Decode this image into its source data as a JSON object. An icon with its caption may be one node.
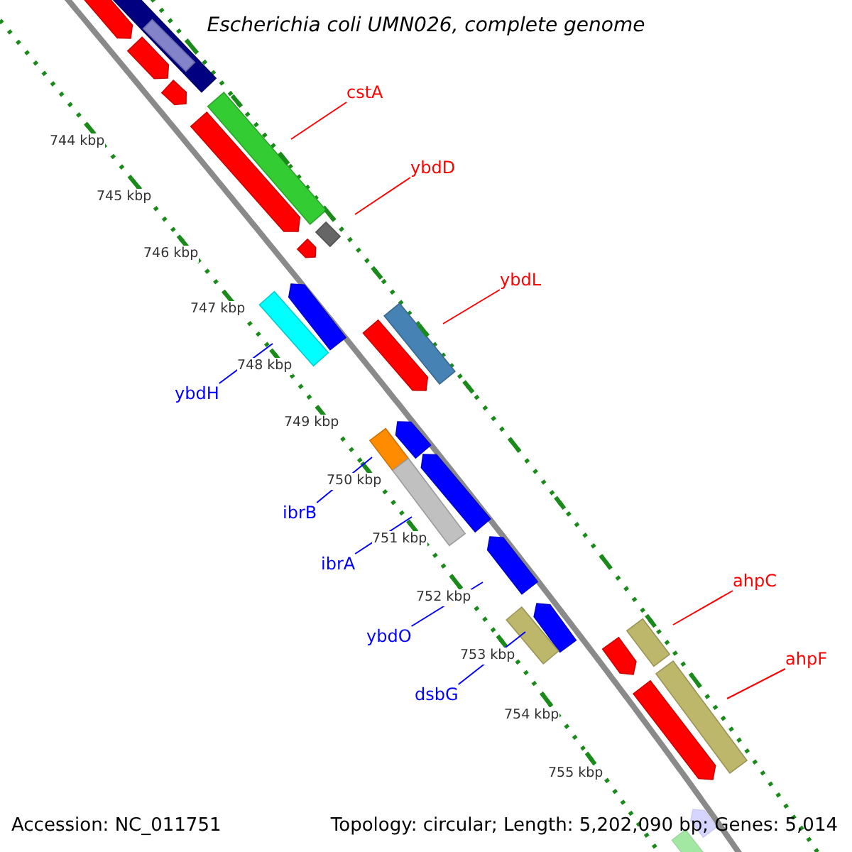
{
  "diagram": {
    "title": "Escherichia coli UMN026, complete genome",
    "nodes": [
      {
        "text": [
          "cstA"
        ]
      },
      {
        "text": [
          "ybdD"
        ]
      },
      {
        "text": [
          "ybdL"
        ]
      },
      {
        "text": [
          "ybdH"
        ]
      },
      {
        "text": [
          "ibrB"
        ]
      },
      {
        "text": [
          "ibrA"
        ]
      },
      {
        "text": [
          "ahpC"
        ]
      },
      {
        "text": [
          "ybdO"
        ]
      },
      {
        "text": [
          "ahpF"
        ]
      },
      {
        "text": [
          "dsbG"
        ]
      }
    ],
    "edges": [
      {
        "from": 0,
        "to": null,
        "arrow": "none",
        "color": "#ff0000"
      },
      {
        "from": 1,
        "to": null,
        "arrow": "none",
        "color": "#ff0000"
      },
      {
        "from": 2,
        "to": null,
        "arrow": "none",
        "color": "#ff0000"
      },
      {
        "from": 3,
        "to": null,
        "arrow": "none",
        "color": "#0000ff"
      },
      {
        "from": 4,
        "to": null,
        "arrow": "none",
        "color": "#0000ff"
      },
      {
        "from": 5,
        "to": null,
        "arrow": "none",
        "color": "#0000ff"
      },
      {
        "from": 6,
        "to": null,
        "arrow": "none",
        "color": "#ff0000"
      },
      {
        "from": 7,
        "to": null,
        "arrow": "none",
        "color": "#0000ff"
      },
      {
        "from": 8,
        "to": null,
        "arrow": "none",
        "color": "#ff0000"
      },
      {
        "from": 9,
        "to": null,
        "arrow": "none",
        "color": "#0000ff"
      }
    ],
    "labels": [
      "744 kbp",
      "745 kbp",
      "746 kbp",
      "747 kbp",
      "748 kbp",
      "749 kbp",
      "750 kbp",
      "751 kbp",
      "752 kbp",
      "753 kbp",
      "754 kbp",
      "755 kbp",
      "Accession: NC_011751",
      "Topology: circular; Length: 5,202,090 bp; Genes: 5,014"
    ]
  }
}
